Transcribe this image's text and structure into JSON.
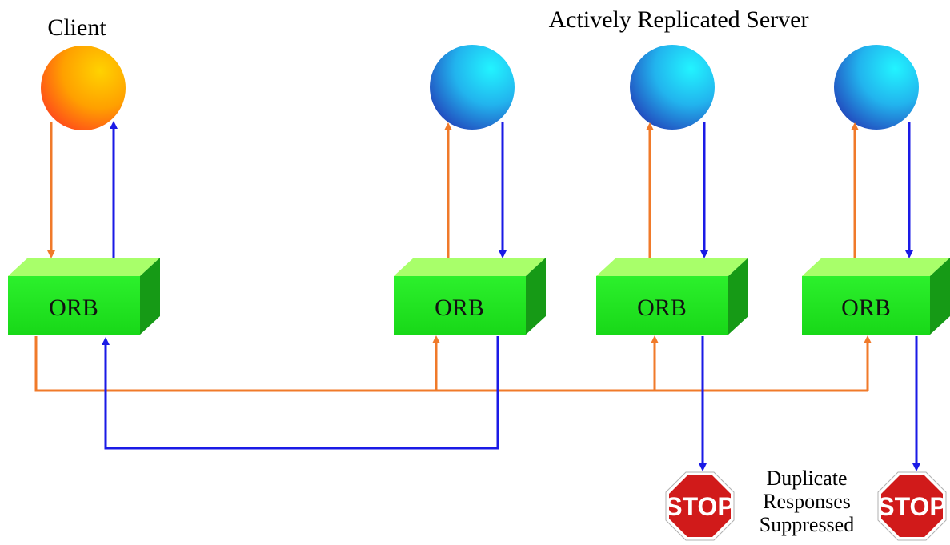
{
  "labels": {
    "client": "Client",
    "server_group": "Actively Replicated Server",
    "suppressed": [
      "Duplicate",
      "Responses",
      "Suppressed"
    ]
  },
  "orb_label": "ORB",
  "stop_label": "STOP",
  "nodes": [
    {
      "id": "client",
      "role": "Client",
      "color": "orange-gradient"
    },
    {
      "id": "replica-1",
      "role": "Server replica",
      "color": "blue-gradient"
    },
    {
      "id": "replica-2",
      "role": "Server replica",
      "color": "blue-gradient"
    },
    {
      "id": "replica-3",
      "role": "Server replica",
      "color": "blue-gradient"
    }
  ],
  "colors": {
    "request_arrow": "#f07a2a",
    "response_arrow": "#1a1ae6",
    "orb_face": "#22e622",
    "stop_sign": "#d11a1a"
  }
}
